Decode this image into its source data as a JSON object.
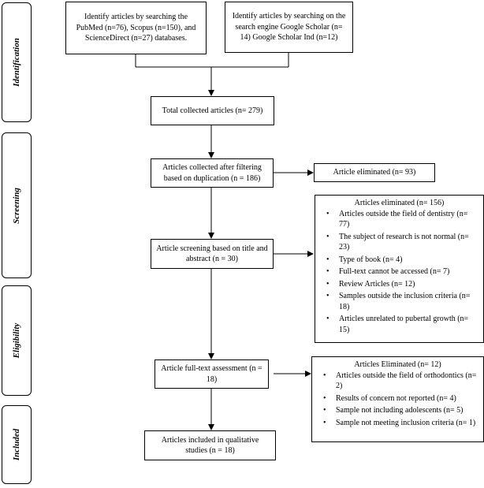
{
  "phases": {
    "identification": "Identification",
    "screening": "Screening",
    "eligibility": "Eligibility",
    "included": "Included"
  },
  "boxes": {
    "databases": "Identify articles by searching the PubMed (n=76), Scopus (n=150), and ScienceDirect (n=27) databases.",
    "google_scholar": "Identify articles by searching on the search engine Google Scholar (n= 14) Google Scholar Ind (n=12)",
    "total_collected": "Total collected articles (n= 279)",
    "after_duplication": "Articles collected after filtering based on duplication (n = 186)",
    "eliminated_duplicates": "Article eliminated (n= 93)",
    "title_abstract": "Article screening based on title and abstract (n = 30)",
    "full_text": "Article full-text assessment (n = 18)",
    "included_studies": "Articles included in qualitative studies (n = 18)"
  },
  "eliminated_screening": {
    "title": "Articles eliminated (n= 156)",
    "items": [
      "Articles outside the field of dentistry (n= 77)",
      "The subject of research is not normal (n= 23)",
      "Type of book (n= 4)",
      "Full-text cannot be accessed (n= 7)",
      "Review Articles (n= 12)",
      "Samples outside the inclusion criteria (n= 18)",
      "Articles unrelated to pubertal growth (n= 15)"
    ]
  },
  "eliminated_fulltext": {
    "title": "Articles Eliminated (n= 12)",
    "items": [
      "Articles outside the field of orthodontics (n= 2)",
      "Results of concern not reported (n= 4)",
      "Sample not including adolescents (n= 5)",
      "Sample not meeting inclusion criteria (n= 1)"
    ]
  }
}
